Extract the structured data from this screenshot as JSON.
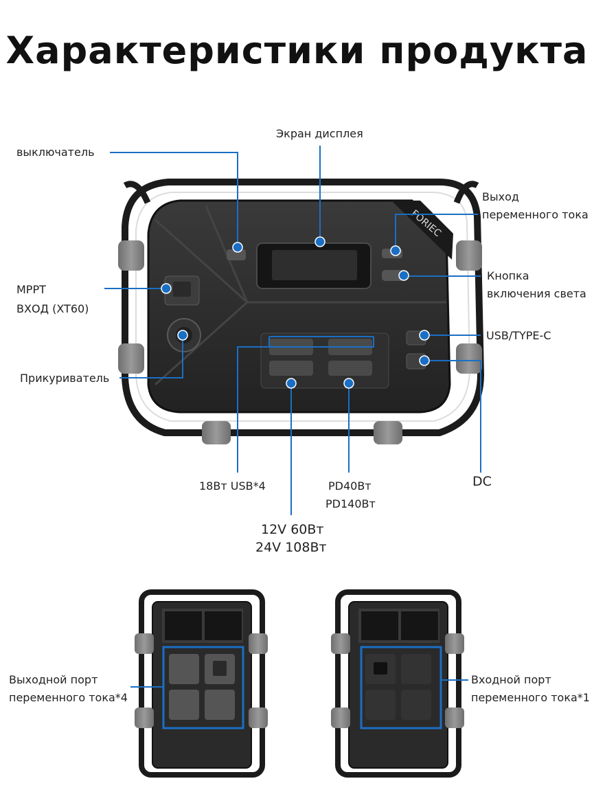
{
  "page": {
    "title": "Характеристики продукта"
  },
  "device": {
    "brand_logo": "FORIEC"
  },
  "labels": {
    "display_screen": "Экран дисплея",
    "power_switch": "выключатель",
    "ac_output_line1": "Выход",
    "ac_output_line2": "переменного тока",
    "mppt_line1": "MPPT",
    "mppt_line2": "ВХОД (XT60)",
    "light_button_line1": "Кнопка",
    "light_button_line2": "включения света",
    "usb_type_c": "USB/TYPE-C",
    "car_charger": "Прикуриватель",
    "usb_18w": "18Вт USB*4",
    "pd_line1": "PD40Вт",
    "pd_line2": "PD140Вт",
    "dc": "DC",
    "v12_line1": "12V 60Вт",
    "v12_line2": "24V 108Вт",
    "ac_out_port_line1": "Выходной порт",
    "ac_out_port_line2": "переменного тока*4",
    "ac_in_port_line1": "Входной порт",
    "ac_in_port_line2": "переменного тока*1"
  },
  "colors": {
    "callout_blue": "#1a6fc4",
    "device_body": "#2b2b2b",
    "frame": "#1c1c1c",
    "bumper": "#8a8a8a"
  }
}
